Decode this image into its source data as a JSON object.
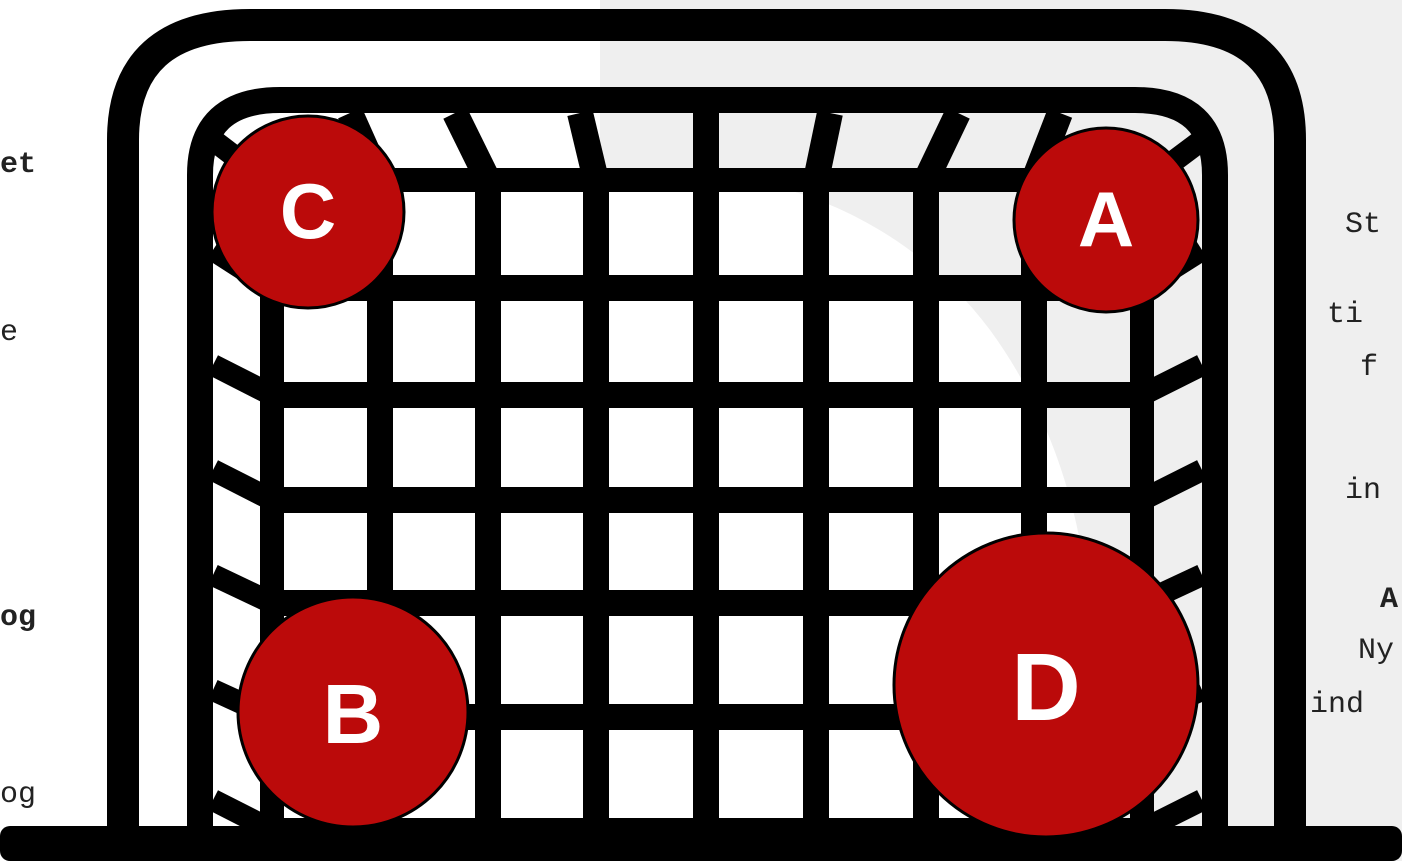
{
  "left_fragments": [
    {
      "text": "et",
      "bold": true
    },
    {
      "text": "e",
      "bold": false
    },
    {
      "text": "og",
      "bold": true
    },
    {
      "text": "og",
      "bold": false
    }
  ],
  "right_fragments": [
    {
      "text": "St",
      "bold": false
    },
    {
      "text": "ti",
      "bold": false
    },
    {
      "text": "f",
      "bold": false
    },
    {
      "text": "in",
      "bold": false
    },
    {
      "text": "A",
      "bold": true
    },
    {
      "text": "Ny",
      "bold": false
    },
    {
      "text": "ind",
      "bold": false
    }
  ],
  "badges": {
    "top_left": "C",
    "top_right": "A",
    "bottom_left": "B",
    "bottom_right": "D"
  },
  "colors": {
    "badge_fill": "#bb0a0a",
    "goal_stroke": "#000000",
    "background_shape": "#f0f0f0"
  }
}
